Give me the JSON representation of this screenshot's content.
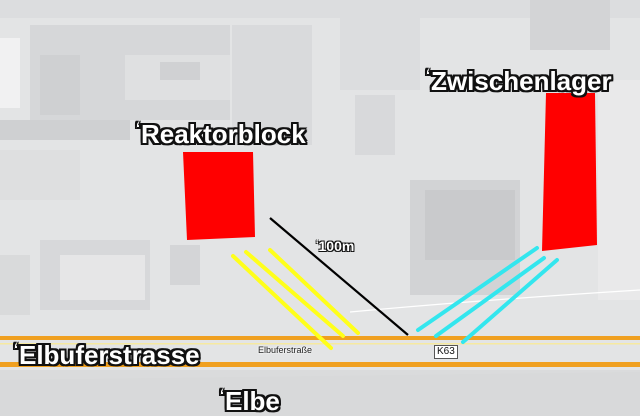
{
  "map": {
    "type": "annotated aerial map",
    "labels": {
      "reaktorblock": "Reaktorblock",
      "zwischenlager": "Zwischenlager",
      "elbuferstrasse": "Elbuferstrasse",
      "elbe": "Elbe",
      "measure": "100m"
    },
    "road_labels": {
      "elbuferstrasse_small": "Elbuferstraße",
      "route_shield": "K63"
    },
    "label_prefix_glyph": "ʻ",
    "colors": {
      "building_highlight": "#ff0000",
      "road": "#f0a020",
      "road_center": "#f6e9a0",
      "path_yellow": "#ffff1a",
      "path_cyan": "#33e6ee",
      "measure_line": "#000000",
      "label_fill": "#ffffff",
      "label_outline": "#111111"
    }
  }
}
